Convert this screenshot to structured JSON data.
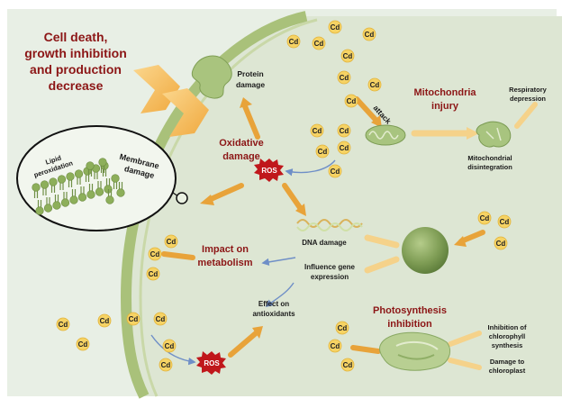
{
  "colors": {
    "background": "#e7eee4",
    "cell_fill": "#dfe7d6",
    "cell_wall": "#a8c07a",
    "label_red": "#8c1616",
    "arrow_orange": "#e8a33a",
    "arrow_light": "#f5d28a",
    "cd_fill": "#f6d364",
    "ros_fill": "#c0171b"
  },
  "labels": {
    "title_line1": "Cell death,",
    "title_line2": "growth inhibition",
    "title_line3": "and production",
    "title_line4": "decrease",
    "protein_damage_1": "Protein",
    "protein_damage_2": "damage",
    "oxidative_1": "Oxidative",
    "oxidative_2": "damage",
    "ros": "ROS",
    "attack": "attack",
    "mito_1": "Mitochondria",
    "mito_2": "injury",
    "resp_1": "Respiratory",
    "resp_2": "depression",
    "mito_dis_1": "Mitochondrial",
    "mito_dis_2": "disintegration",
    "lipid_1": "Lipid",
    "lipid_2": "peroxidation",
    "membrane_1": "Membrane",
    "membrane_2": "damage",
    "dna": "DNA damage",
    "metab_1": "Impact on",
    "metab_2": "metabolism",
    "gene_1": "Influence gene",
    "gene_2": "expression",
    "antiox_1": "Effect on",
    "antiox_2": "antioxidants",
    "photo_1": "Photosynthesis",
    "photo_2": "inhibition",
    "chl_1": "Inhibition of",
    "chl_2": "chlorophyll",
    "chl_3": "synthesis",
    "dam_chl_1": "Damage to",
    "dam_chl_2": "chloroplast",
    "cd": "Cd"
  }
}
